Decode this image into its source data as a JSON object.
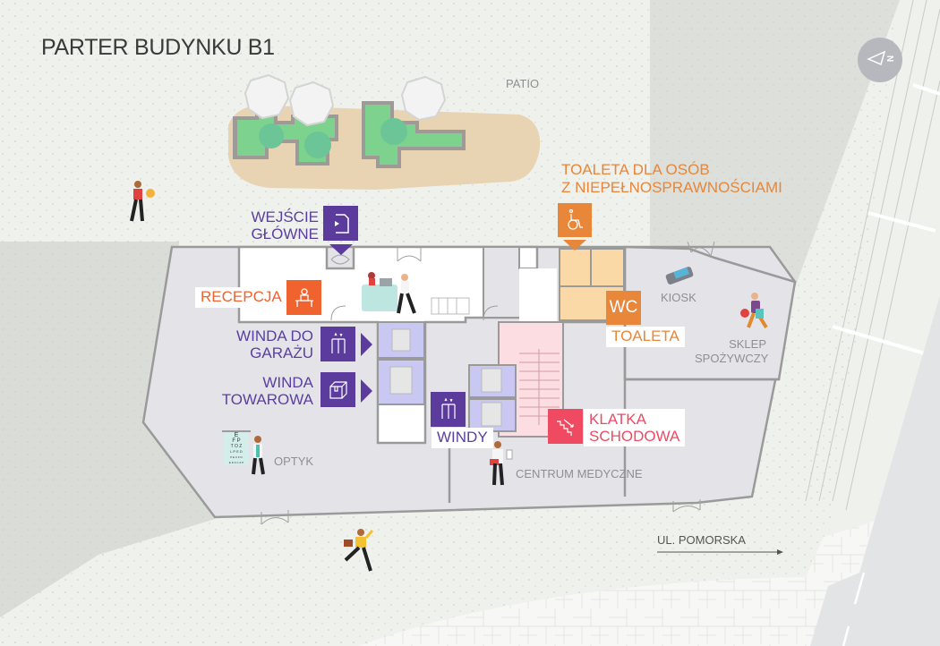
{
  "title": "PARTER BUDYNKU B1",
  "compass": {
    "label": "N",
    "icon": "north-arrow-icon"
  },
  "colors": {
    "purple": "#5b3b9c",
    "purple_text": "#5b3fa0",
    "orange": "#e8863a",
    "reception_orange": "#f0622e",
    "stairs_red": "#ef4a62",
    "elevator_fill": "#c9c8f3",
    "toilet_fill": "#fbd9a6",
    "stairs_fill": "#fbdde2",
    "floor_grey": "#e4e4e8",
    "grass": "#eef1ec"
  },
  "areas": {
    "patio": "PATIO",
    "kiosk": "KIOSK",
    "grocery": "SKLEP SPOŻYWCZY",
    "optician": "OPTYK",
    "medical": "CENTRUM MEDYCZNE",
    "street": "UL. POMORSKA"
  },
  "labels": {
    "main_entrance": {
      "line1": "WEJŚCIE",
      "line2": "GŁÓWNE",
      "icon": "entrance-door-icon"
    },
    "reception": {
      "text": "RECEPCJA",
      "icon": "reception-desk-icon"
    },
    "garage_lift": {
      "line1": "WINDA DO",
      "line2": "GARAŻU",
      "icon": "elevator-icon"
    },
    "freight_lift": {
      "line1": "WINDA",
      "line2": "TOWAROWA",
      "icon": "package-box-icon"
    },
    "lifts": {
      "text": "WINDY",
      "icon": "elevator-icon"
    },
    "stairs": {
      "line1": "KLATKA",
      "line2": "SCHODOWA",
      "icon": "stairs-icon"
    },
    "accessible_toilet": {
      "line1": "TOALETA DLA OSÓB",
      "line2": "Z NIEPEŁNOSPRAWNOŚCIAMI",
      "icon": "wheelchair-icon"
    },
    "toilet": {
      "badge": "WC",
      "text": "TOALETA"
    }
  },
  "eye_chart": [
    "E",
    "F P",
    "T O Z",
    "L P E D",
    "P E C F D",
    "E D F C Z P"
  ]
}
